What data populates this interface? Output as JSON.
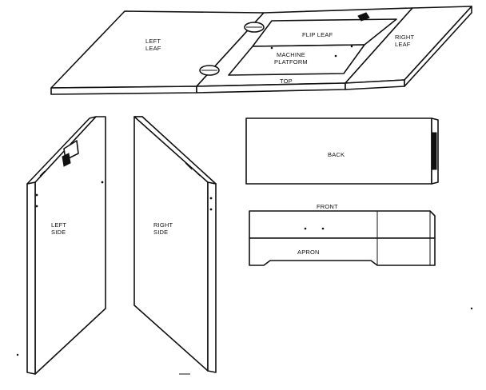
{
  "labels": {
    "left_leaf": [
      "LEFT",
      "LEAF"
    ],
    "flip_leaf": "FLIP LEAF",
    "machine_platform": [
      "MACHINE",
      "PLATFORM"
    ],
    "right_leaf": [
      "RIGHT",
      "LEAF"
    ],
    "top": "TOP",
    "back": "BACK",
    "front": "FRONT",
    "apron": "APRON",
    "left_side": [
      "LEFT",
      "SIDE"
    ],
    "right_side": [
      "RIGHT",
      "SIDE"
    ]
  }
}
